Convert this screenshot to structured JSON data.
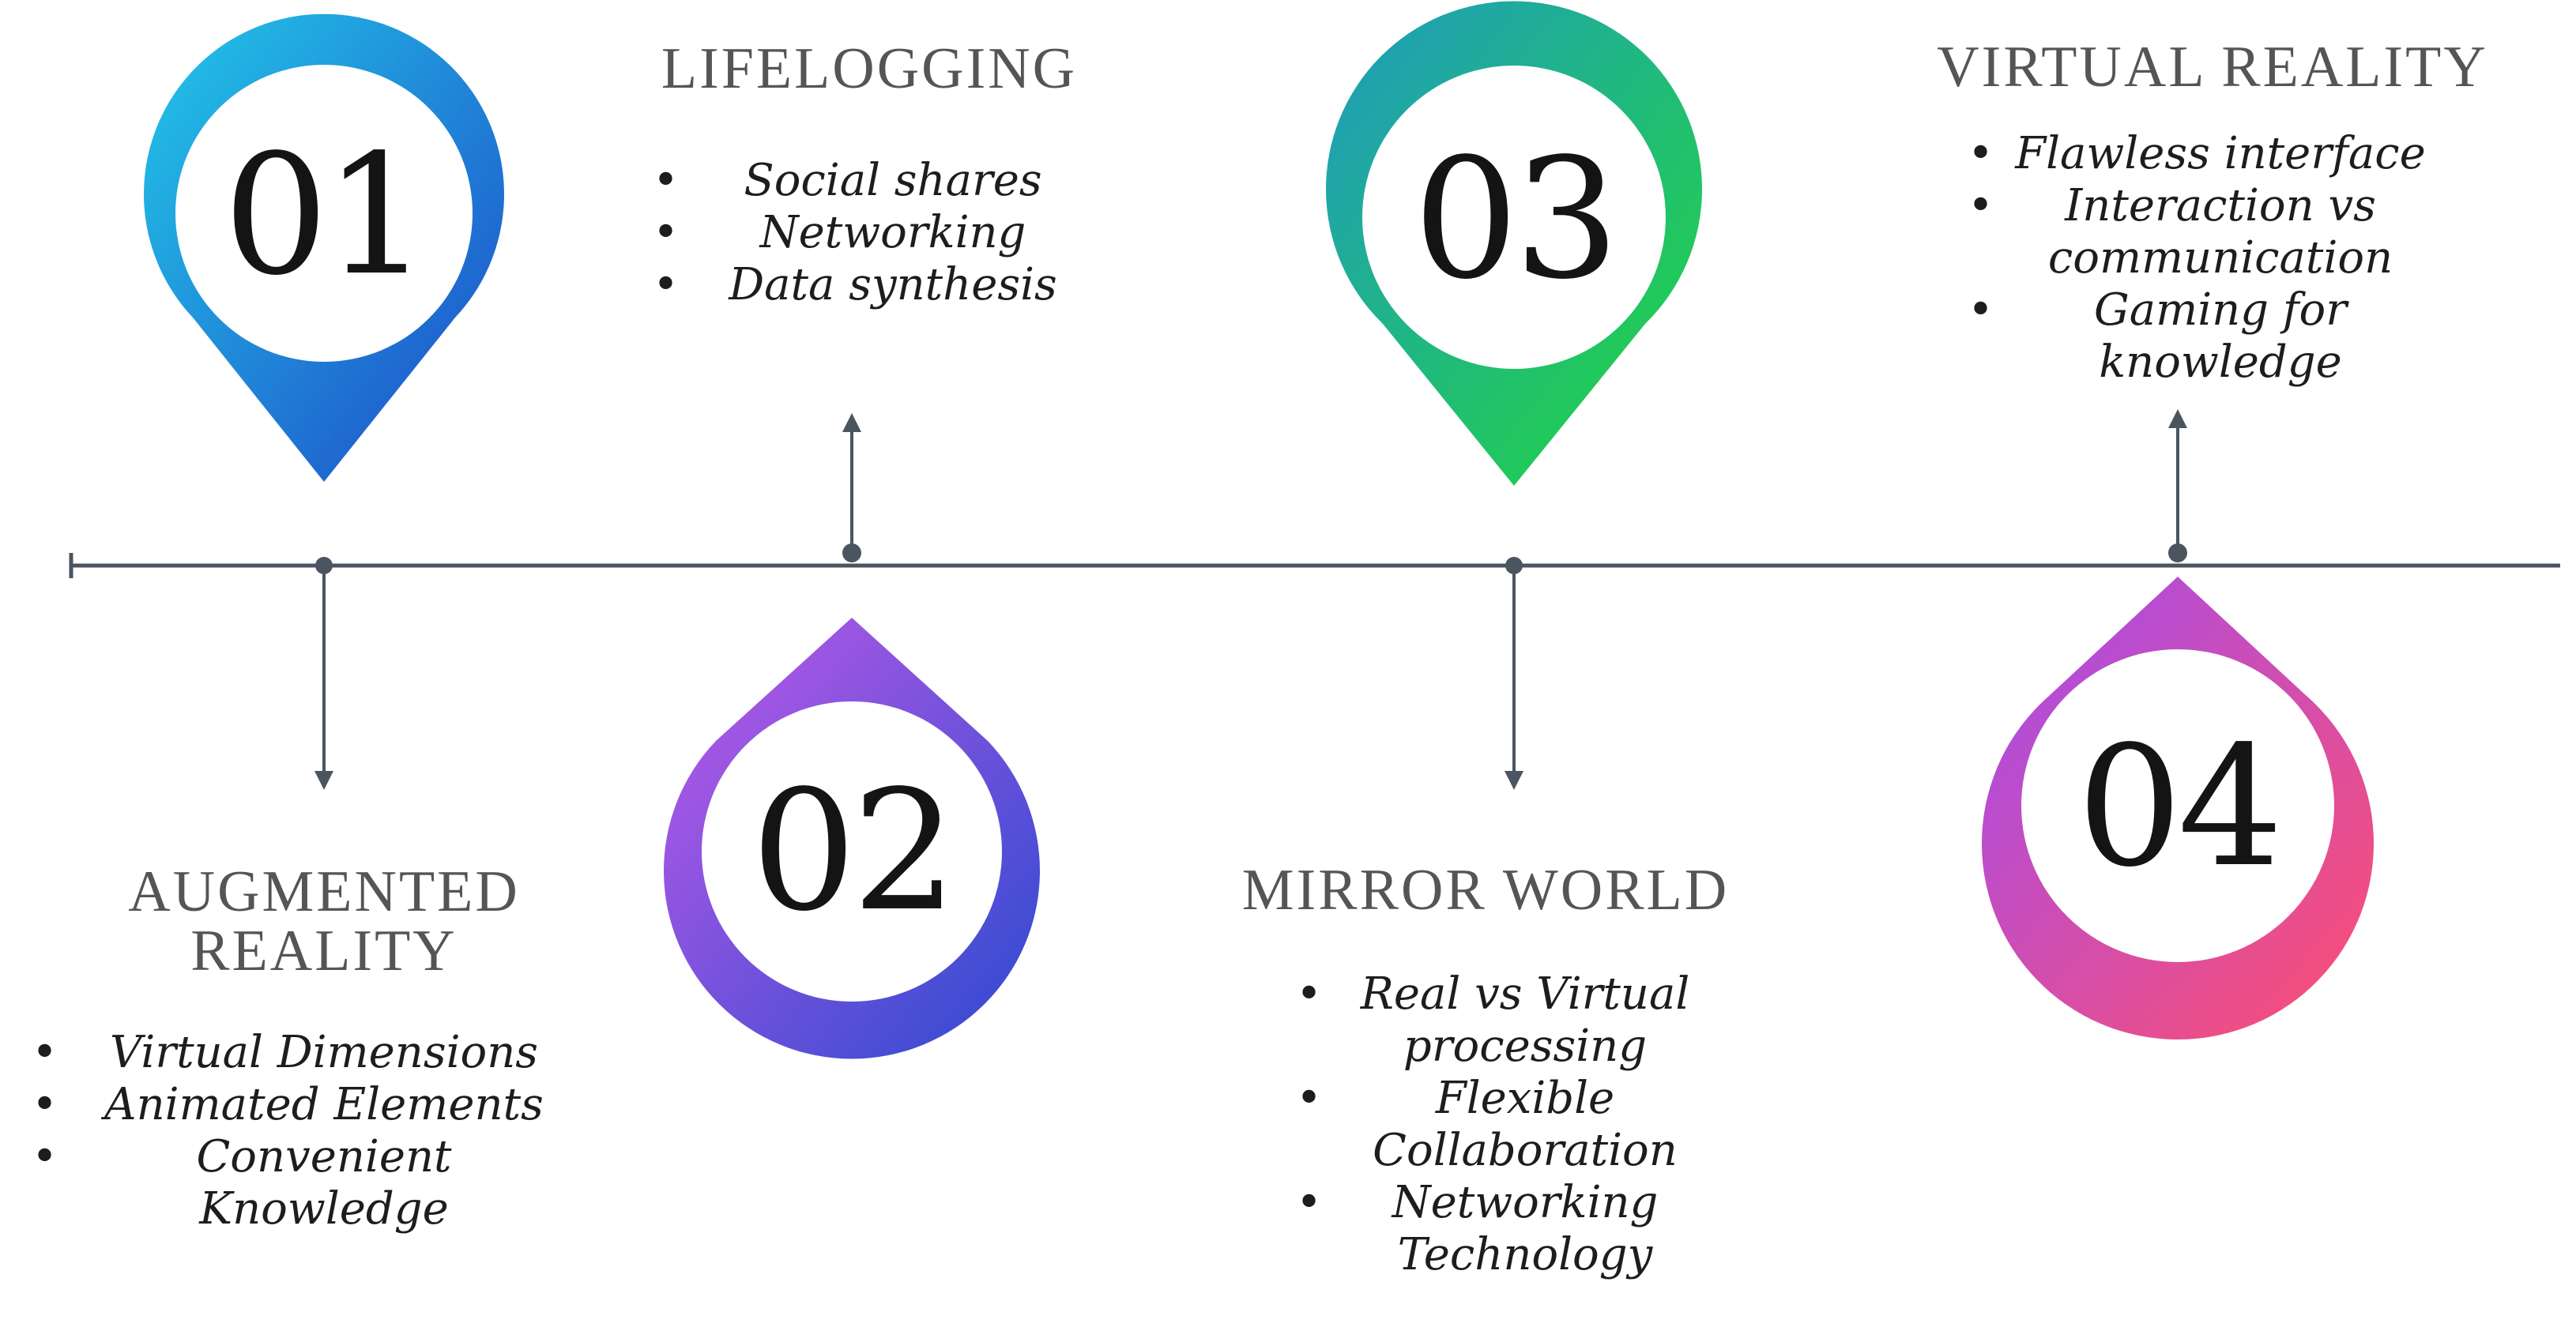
{
  "stages": [
    {
      "number": "01",
      "title": "AUGMENTED\nREALITY",
      "items": [
        "Virtual Dimensions",
        "Animated Elements",
        "Convenient\nKnowledge"
      ]
    },
    {
      "number": "02",
      "title": "LIFELOGGING",
      "items": [
        "Social shares",
        "Networking",
        "Data synthesis"
      ]
    },
    {
      "number": "03",
      "title": "MIRROR WORLD",
      "items": [
        "Real vs Virtual\nprocessing",
        "Flexible\nCollaboration",
        "Networking\nTechnology"
      ]
    },
    {
      "number": "04",
      "title": "VIRTUAL REALITY",
      "items": [
        "Flawless interface",
        "Interaction vs\ncommunication",
        "Gaming for\nknowledge"
      ]
    }
  ],
  "colors": {
    "timeline": "#4a5560",
    "pin1_start": "#22c8e8",
    "pin1_end": "#1e48c8",
    "pin2_start": "#c05ae8",
    "pin2_end": "#2a4ad0",
    "pin3_start": "#1f9ac0",
    "pin3_end": "#22d83a",
    "pin4_start": "#a24cf0",
    "pin4_end": "#ff4f6e"
  }
}
